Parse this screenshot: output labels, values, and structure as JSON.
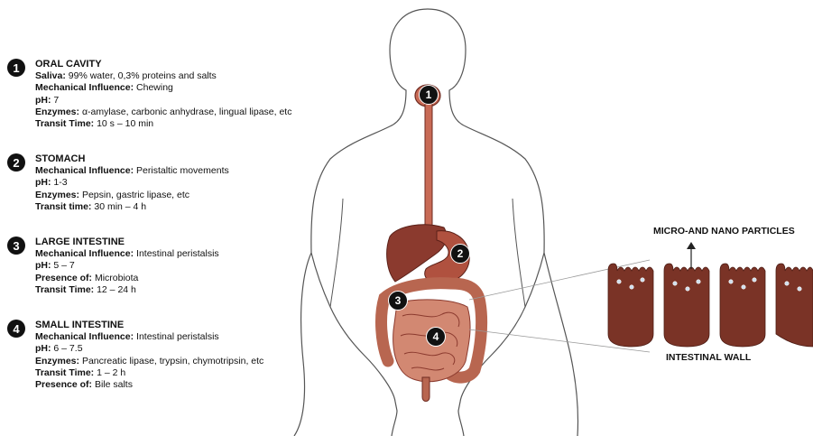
{
  "sections": [
    {
      "number": "1",
      "title": "ORAL CAVITY",
      "lines": [
        {
          "label": "Saliva:",
          "value": " 99% water, 0,3% proteins and salts"
        },
        {
          "label": "Mechanical Influence:",
          "value": " Chewing"
        },
        {
          "label": "pH:",
          "value": " 7"
        },
        {
          "label": "Enzymes:",
          "value": " α-amylase, carbonic anhydrase, lingual lipase, etc"
        },
        {
          "label": "Transit Time:",
          "value": " 10 s – 10 min"
        }
      ]
    },
    {
      "number": "2",
      "title": "STOMACH",
      "lines": [
        {
          "label": "Mechanical Influence:",
          "value": " Peristaltic movements"
        },
        {
          "label": "pH:",
          "value": " 1-3"
        },
        {
          "label": "Enzymes:",
          "value": " Pepsin, gastric lipase, etc"
        },
        {
          "label": "Transit time:",
          "value": " 30 min – 4 h"
        }
      ]
    },
    {
      "number": "3",
      "title": "LARGE INTESTINE",
      "lines": [
        {
          "label": "Mechanical Influence:",
          "value": " Intestinal peristalsis"
        },
        {
          "label": "pH:",
          "value": " 5 – 7"
        },
        {
          "label": "Presence of:",
          "value": " Microbiota"
        },
        {
          "label": "Transit Time:",
          "value": " 12 – 24 h"
        }
      ]
    },
    {
      "number": "4",
      "title": "SMALL INTESTINE",
      "lines": [
        {
          "label": "Mechanical Influence:",
          "value": " Intestinal peristalsis"
        },
        {
          "label": "pH:",
          "value": " 6 – 7.5"
        },
        {
          "label": "Enzymes:",
          "value": " Pancreatic lipase, trypsin, chymotripsin, etc"
        },
        {
          "label": "Transit Time:",
          "value": " 1 – 2 h"
        },
        {
          "label": "Presence of:",
          "value": " Bile salts"
        }
      ]
    }
  ],
  "badges": {
    "b1": "1",
    "b2": "2",
    "b3": "3",
    "b4": "4"
  },
  "callouts": {
    "particles": "MICRO-AND NANO PARTICLES",
    "wall": "INTESTINAL WALL"
  },
  "colors": {
    "organ": "#8b3a2e",
    "organ_dark": "#6e2a20",
    "esophagus": "#c86a55",
    "intestine": "#c07a66",
    "villi": "#7a3326",
    "particle": "#cfe0ee"
  }
}
